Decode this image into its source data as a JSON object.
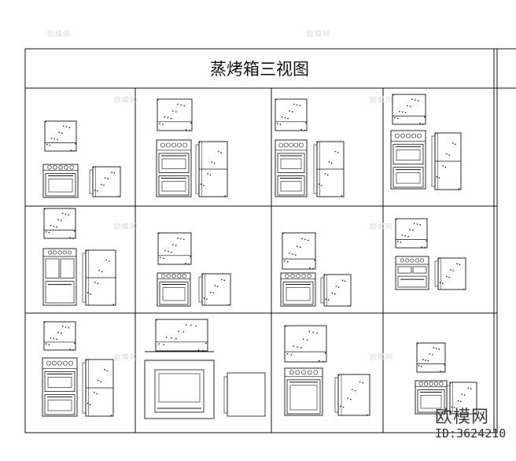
{
  "drawing": {
    "title": "蒸烤箱三视图",
    "cells": [
      {
        "id": "r1c1"
      },
      {
        "id": "r1c2"
      },
      {
        "id": "r1c3"
      },
      {
        "id": "r1c4"
      },
      {
        "id": "r2c1"
      },
      {
        "id": "r2c2"
      },
      {
        "id": "r2c3"
      },
      {
        "id": "r2c4"
      },
      {
        "id": "r3c1"
      },
      {
        "id": "r3c2"
      },
      {
        "id": "r3c3"
      },
      {
        "id": "r3c4"
      }
    ]
  },
  "watermark": {
    "brand": "欧模网",
    "id_label": "ID:3624210"
  },
  "colors": {
    "line": "#111111",
    "watermark_light": "#d9d9d9",
    "logo": "#3b3b3b"
  }
}
